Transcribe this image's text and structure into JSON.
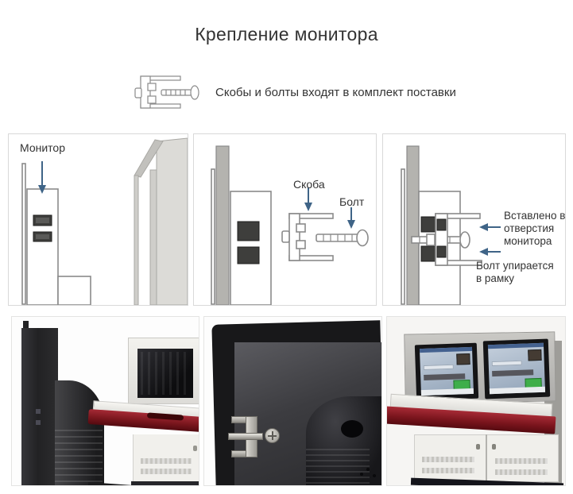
{
  "page": {
    "title": "Крепление монитора",
    "subtitle": "Скобы и болты входят в комплект поставки"
  },
  "diagram_labels": {
    "monitor": "Монитор",
    "bracket": "Скоба",
    "bolt": "Болт",
    "inserted_into_holes": "Вставлено в отверстия монитора",
    "bolt_rests_on_frame": "Болт упирается в рамку"
  },
  "icons": {
    "kit_icon": "bracket-and-bolt-icon"
  },
  "colors": {
    "text": "#333333",
    "arrow": "#3f6487",
    "outline": "#8a8a8a",
    "panel_border": "#d9d9d9",
    "metal_gray": "#b4b3af",
    "dark_slot": "#3e3e3c",
    "desk_red": "#8e1f26",
    "photo_dark": "#232325"
  }
}
